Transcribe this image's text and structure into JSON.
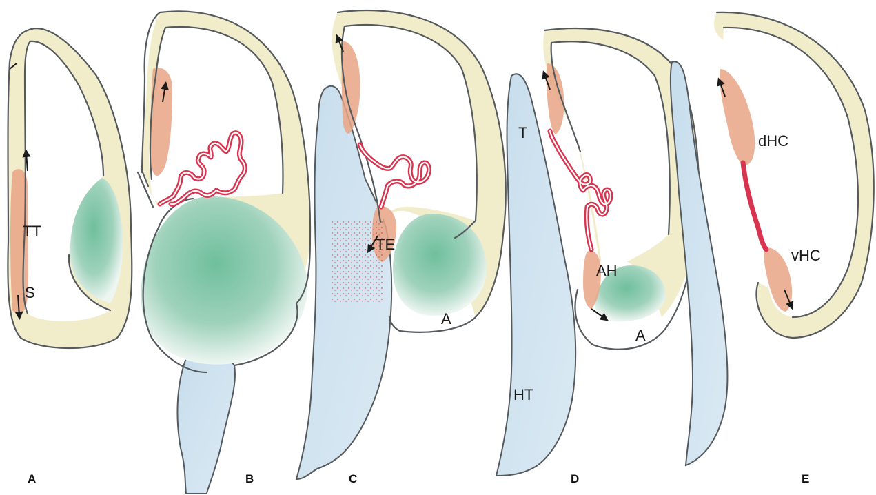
{
  "labels": {
    "tt": "TT",
    "s": "S",
    "te": "TE",
    "a_c": "A",
    "t": "T",
    "ht": "HT",
    "ah": "AH",
    "a_d": "A",
    "dhc": "dHC",
    "vhc": "vHC"
  },
  "panels": [
    "A",
    "B",
    "C",
    "D",
    "E"
  ],
  "colors": {
    "wall": "#f1ecca",
    "thalamus_blue": "#cfe3ef",
    "ganglionic_green": "#8ccab0",
    "hem_orange": "#e9a485",
    "plexus_red": "#d8334f"
  }
}
